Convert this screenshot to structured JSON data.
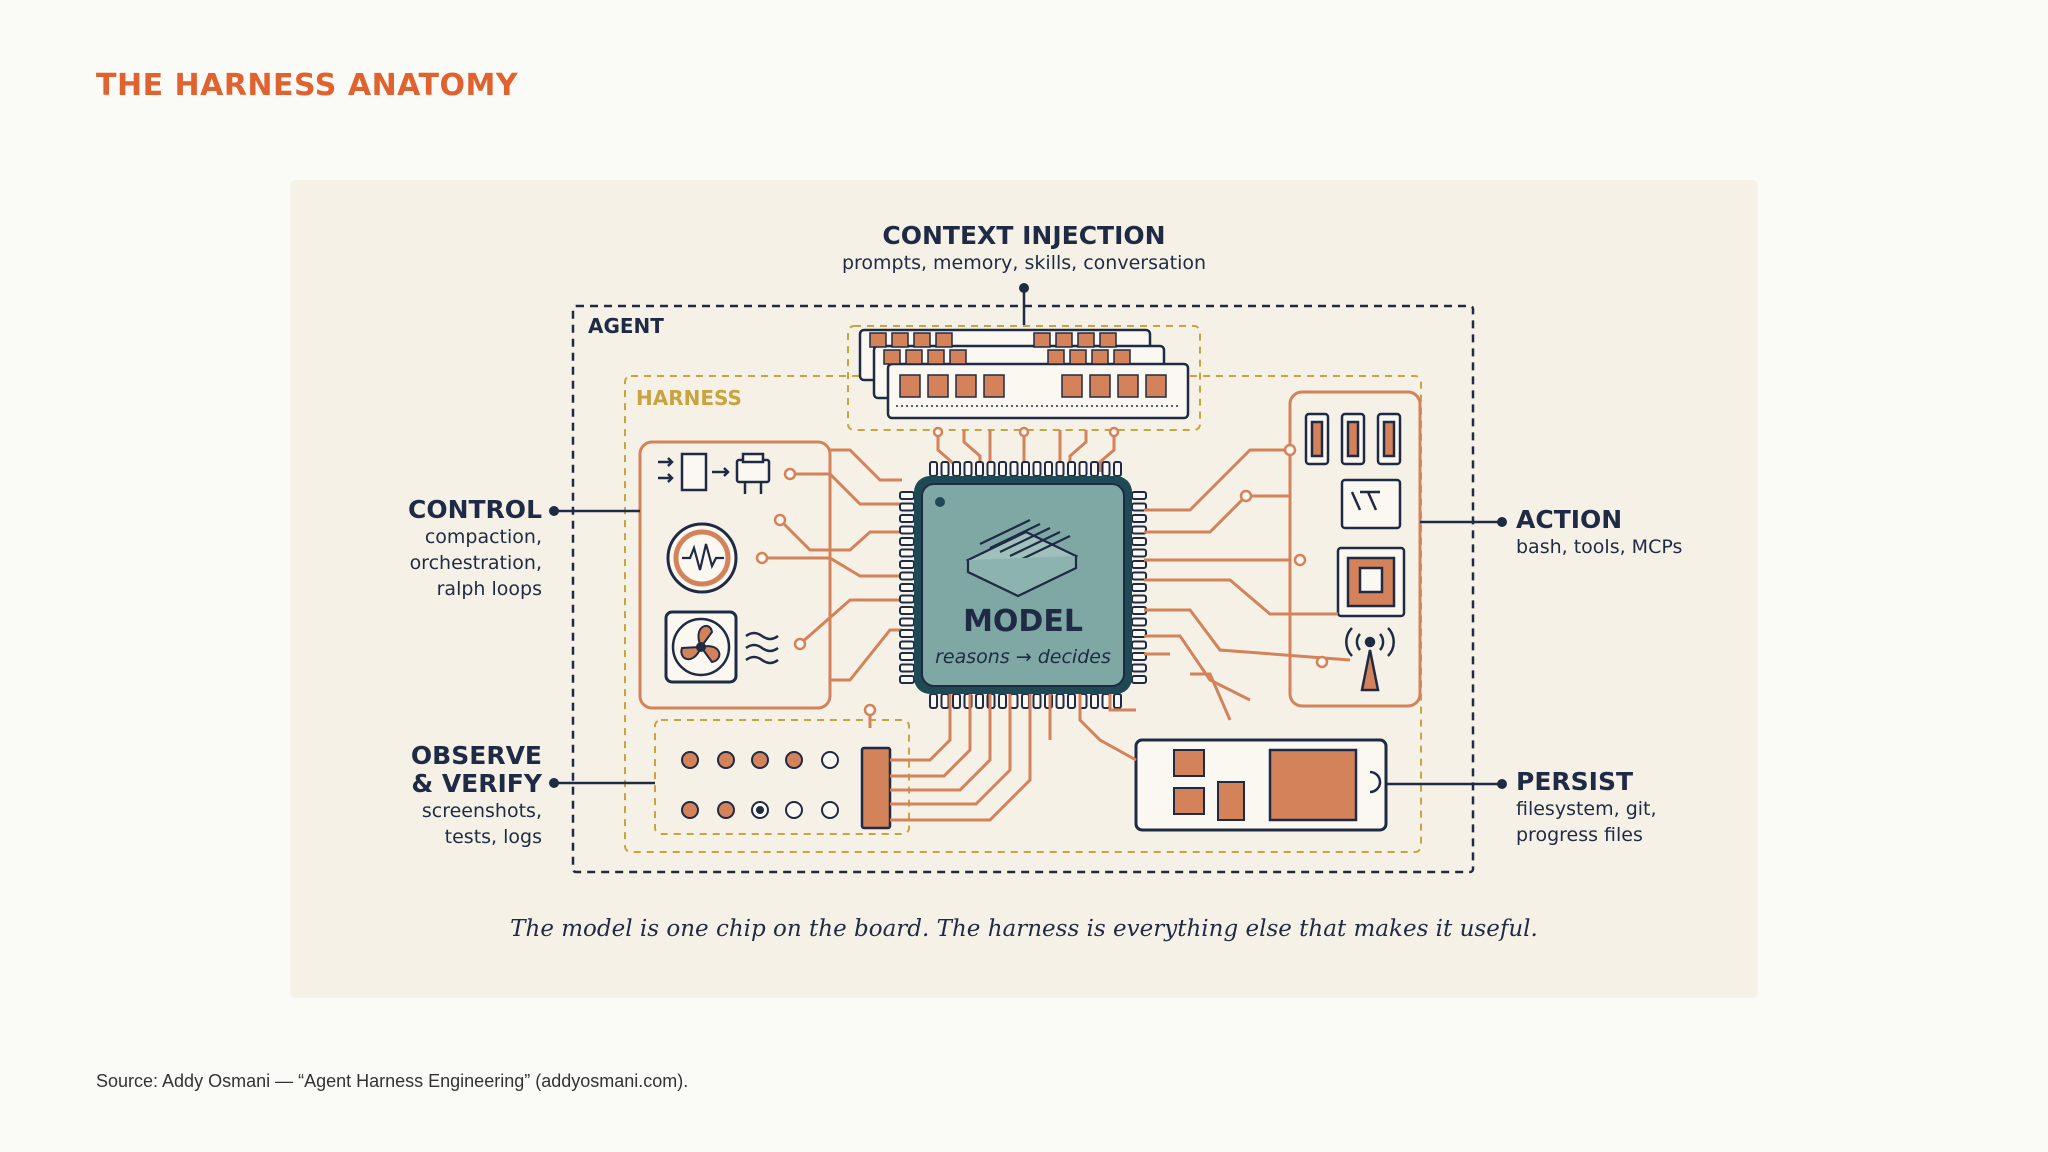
{
  "slide": {
    "title": "THE HARNESS ANATOMY",
    "source": "Source: Addy Osmani — “Agent Harness Engineering” (addyosmani.com)."
  },
  "diagram": {
    "context": {
      "title": "CONTEXT INJECTION",
      "desc": "prompts, memory, skills, conversation"
    },
    "agent_tag": "AGENT",
    "harness_tag": "HARNESS",
    "model": {
      "title": "MODEL",
      "sub": "reasons → decides"
    },
    "control": {
      "title": "CONTROL",
      "lines": [
        "compaction,",
        "orchestration,",
        "ralph loops"
      ]
    },
    "observe": {
      "title_lines": [
        "OBSERVE",
        "& VERIFY"
      ],
      "lines": [
        "screenshots,",
        "tests, logs"
      ]
    },
    "action": {
      "title": "ACTION",
      "desc": "bash, tools, MCPs"
    },
    "persist": {
      "title": "PERSIST",
      "lines": [
        "filesystem, git,",
        "progress files"
      ]
    },
    "caption": "The model is one chip on the board. The harness is everything else that makes it useful."
  },
  "colors": {
    "accent": "#e0622e",
    "navy": "#1f2a44",
    "copper": "#d4825a",
    "harness_gold": "#c9a43e",
    "chip_teal": "#7fa8a4",
    "card_bg": "#f6f1e7"
  },
  "icons": [
    "memory-module-icon",
    "relay-icon",
    "transistor-icon",
    "gauge-icon",
    "fan-icon",
    "led-icon",
    "pin-header-icon",
    "usb-port-icon",
    "ethernet-port-icon",
    "antenna-icon",
    "ssd-icon",
    "heatsink-icon"
  ]
}
